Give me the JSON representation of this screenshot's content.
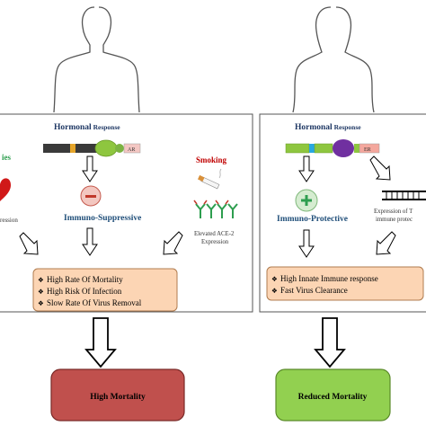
{
  "colors": {
    "outcome_bad_fill": "#c0504d",
    "outcome_good_fill": "#92d050",
    "effect_box_fill": "#fcd5b4",
    "title_blue": "#1f3864",
    "label_blue": "#1f4e79",
    "comorbidity_green": "#2e9e4f",
    "smoking_red": "#c00000",
    "panel_border": "#555555"
  },
  "left_panel": {
    "title_prefix": "Hormonal",
    "title_suffix": " Response",
    "receptor_tag": "AR",
    "comorbidity_label_partial": "ies",
    "comorbidity_expression_partial": "ression",
    "effect_label": "Immuno-Suppressive",
    "smoking_label": "Smoking",
    "ace2_line1": "Elevated ACE-2",
    "ace2_line2": "Expression",
    "effects": [
      "High Rate Of Mortality",
      "High Risk Of Infection",
      "Slow Rate Of Virus Removal"
    ],
    "outcome": "High Mortality"
  },
  "right_panel": {
    "title_prefix": "Hormonal",
    "title_suffix": " Response",
    "receptor_tag": "ER",
    "effect_label": "Immuno-Protective",
    "expression_line1": "Expression of T",
    "expression_line2": "immune protec",
    "effects": [
      "High Innate Immune response",
      "Fast Virus Clearance"
    ],
    "outcome": "Reduced Mortality"
  },
  "bullet_glyph": "❖",
  "icons": [
    "male-silhouette-icon",
    "female-silhouette-icon",
    "minus-circle-icon",
    "plus-circle-icon",
    "cigarette-icon",
    "ace2-receptor-icon",
    "dna-strand-icon",
    "heart-icon"
  ]
}
